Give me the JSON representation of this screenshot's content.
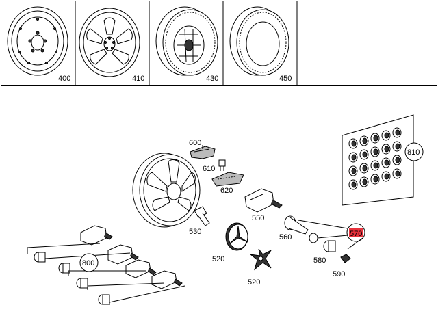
{
  "top_panel": {
    "cells": [
      {
        "label": "400",
        "icon": "steel-rim-icon"
      },
      {
        "label": "410",
        "icon": "alloy-rim-icon"
      },
      {
        "label": "430",
        "icon": "complete-wheel-icon"
      },
      {
        "label": "450",
        "icon": "tire-icon"
      }
    ]
  },
  "parts": {
    "p520a": "520",
    "p520b": "520",
    "p530": "530",
    "p550": "550",
    "p560": "560",
    "p570": "570",
    "p580": "580",
    "p590": "590",
    "p600": "600",
    "p610": "610",
    "p620": "620",
    "p800": "800",
    "p810": "810"
  },
  "highlight": {
    "part": "570",
    "color": "#e8323c"
  }
}
